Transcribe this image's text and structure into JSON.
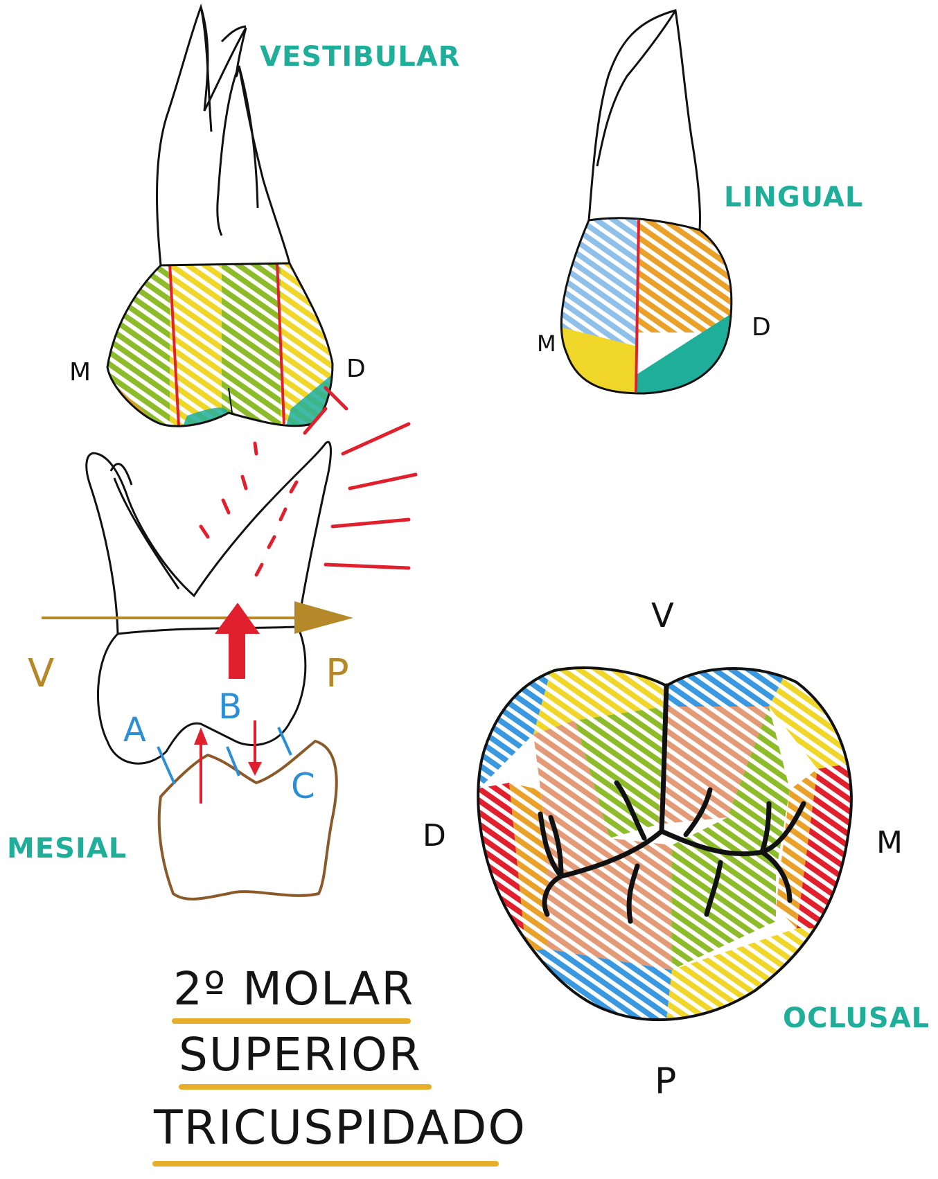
{
  "views": {
    "vestibular": "VESTIBULAR",
    "lingual": "LINGUAL",
    "mesial": "MESIAL",
    "oclusal": "OCLUSAL"
  },
  "markers": {
    "vest_m": "M",
    "vest_d": "D",
    "ling_m": "M",
    "ling_d": "D",
    "mes_v": "V",
    "mes_p": "P",
    "cusp_a": "A",
    "cusp_b": "B",
    "cusp_c": "C",
    "occ_v": "V",
    "occ_p": "P",
    "occ_d": "D",
    "occ_m": "M"
  },
  "title": {
    "line1": "2º MOLAR",
    "line2": "SUPERIOR",
    "line3": "TRICUSPIDADO"
  },
  "colors": {
    "teal": "#1fae9a",
    "green": "#8dbb2a",
    "yellow": "#f1d62a",
    "orange": "#f09a1e",
    "red": "#e1202e",
    "blue": "#3a98e0",
    "lightblue": "#8fc0ea",
    "salmon": "#e39a77",
    "brown": "#8b5a2b",
    "gold": "#b5892a"
  }
}
